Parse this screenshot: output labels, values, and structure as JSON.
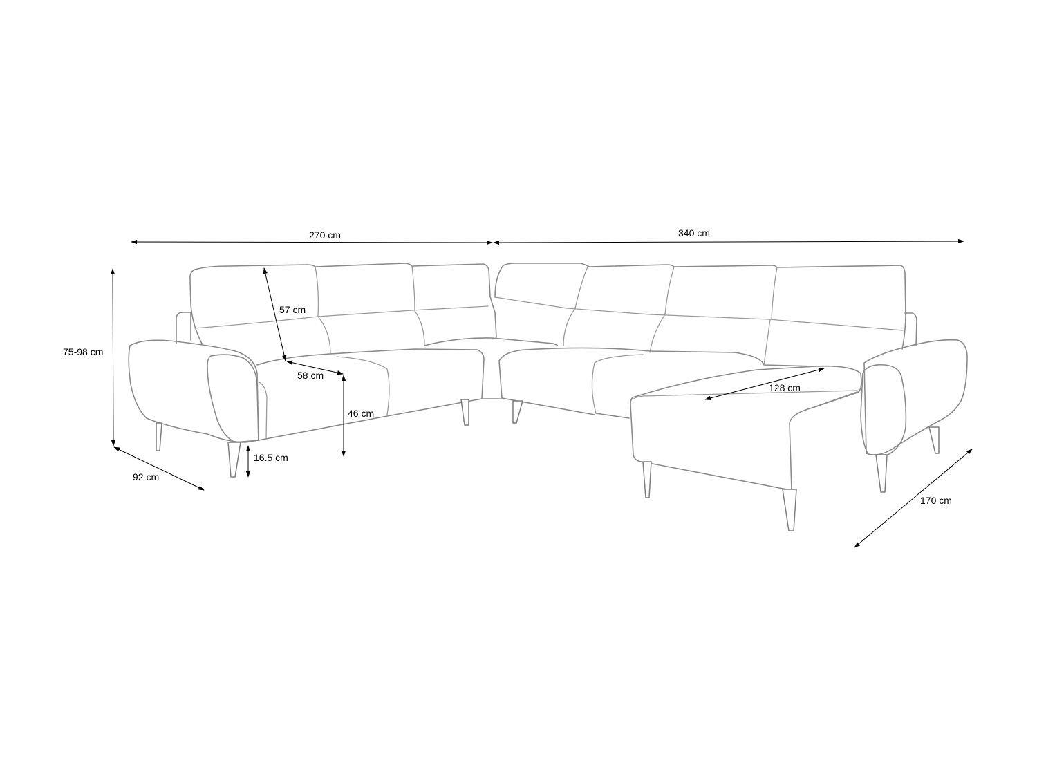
{
  "diagram": {
    "subject": "U-shaped corner sofa with chaise, outline drawing",
    "colors": {
      "outline": "#8a8a8a",
      "dimension_line": "#000000",
      "background": "#ffffff"
    },
    "dimensions": {
      "width_left": "270 cm",
      "width_right": "340 cm",
      "height": "75-98 cm",
      "backrest_height": "57 cm",
      "seat_depth": "58 cm",
      "seat_height": "46 cm",
      "leg_height": "16.5 cm",
      "depth": "92 cm",
      "chaise_depth": "128 cm",
      "chaise_length": "170 cm"
    }
  }
}
